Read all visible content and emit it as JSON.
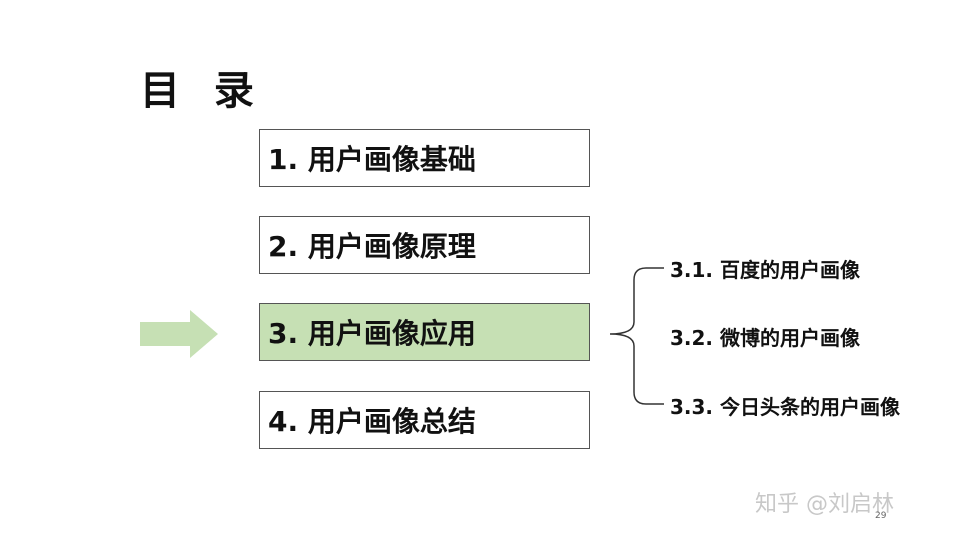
{
  "slide": {
    "title": "目 录",
    "toc": [
      {
        "label": "1. 用户画像基础"
      },
      {
        "label": "2. 用户画像原理"
      },
      {
        "label": "3. 用户画像应用",
        "active": true
      },
      {
        "label": "4. 用户画像总结"
      }
    ],
    "subitems": [
      {
        "label": "3.1. 百度的用户画像"
      },
      {
        "label": "3.2. 微博的用户画像"
      },
      {
        "label": "3.3. 今日头条的用户画像"
      }
    ],
    "watermark": "知乎 @刘启林",
    "page_number": "29"
  },
  "colors": {
    "active_fill": "#c6e0b4",
    "arrow": "#c6e0b4",
    "border": "#555555"
  },
  "icons": [
    "right-arrow-icon",
    "left-brace-icon"
  ]
}
